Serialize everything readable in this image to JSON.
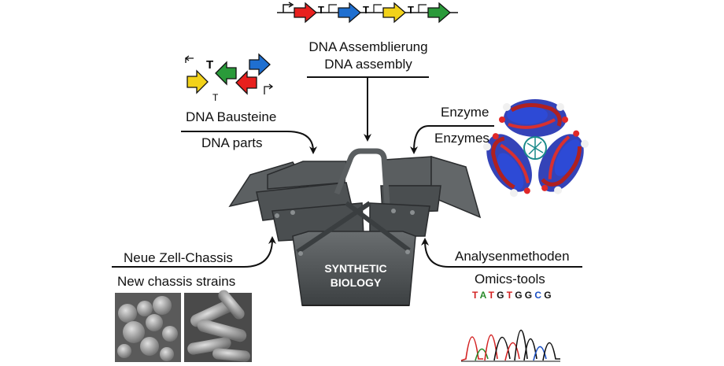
{
  "labels": {
    "assembly_de": "DNA Assemblierung",
    "assembly_en": "DNA assembly",
    "parts_de": "DNA Bausteine",
    "parts_en": "DNA parts",
    "enzymes_de": "Enzyme",
    "enzymes_en": "Enzymes",
    "chassis_de": "Neue Zell-Chassis",
    "chassis_en": "New chassis strains",
    "methods_de": "Analysenmethoden",
    "methods_en": "Omics-tools"
  },
  "toolbox_text": [
    "SYNTHETIC",
    "BIOLOGY"
  ],
  "terminator_glyph": "T",
  "sequence": [
    {
      "base": "T",
      "color": "#d32222"
    },
    {
      "base": "A",
      "color": "#2a8a2a"
    },
    {
      "base": "T",
      "color": "#d32222"
    },
    {
      "base": "G",
      "color": "#111111"
    },
    {
      "base": "T",
      "color": "#d32222"
    },
    {
      "base": "G",
      "color": "#111111"
    },
    {
      "base": "G",
      "color": "#111111"
    },
    {
      "base": "C",
      "color": "#1a4fc4"
    },
    {
      "base": "G",
      "color": "#111111"
    }
  ],
  "colors": {
    "red": "#e8201e",
    "blue": "#1f6fd0",
    "yellow": "#f2d21a",
    "green": "#2a9a3a",
    "toolbox": "#4e5254",
    "arrow": "#111111"
  }
}
